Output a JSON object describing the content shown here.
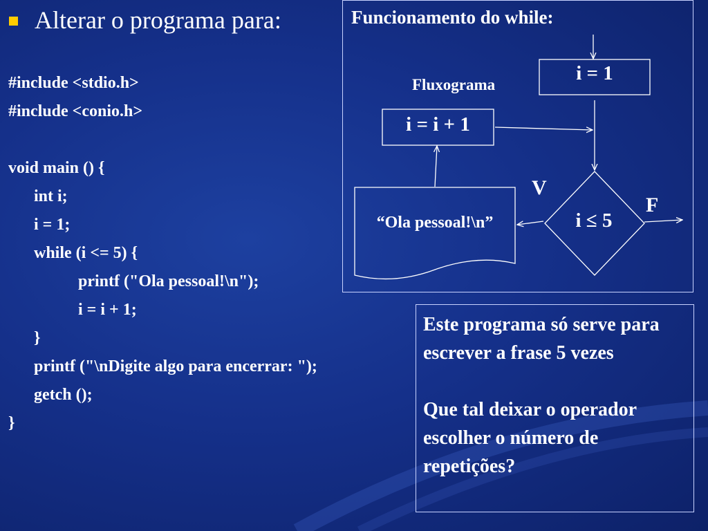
{
  "slide": {
    "heading": "Alterar o programa para:",
    "code_lines": [
      {
        "text": "#include <stdio.h>",
        "indent": 0
      },
      {
        "text": "#include <conio.h>",
        "indent": 0
      },
      {
        "text": "",
        "indent": 0
      },
      {
        "text": "void main () {",
        "indent": 0
      },
      {
        "text": "int i;",
        "indent": 1
      },
      {
        "text": "i = 1;",
        "indent": 1
      },
      {
        "text": "while (i <= 5) {",
        "indent": 1
      },
      {
        "text": "printf (\"Ola pessoal!\\n\");",
        "indent": 2
      },
      {
        "text": "i = i + 1;",
        "indent": 2
      },
      {
        "text": "}",
        "indent": 1
      },
      {
        "text": "printf (\"\\nDigite algo para encerrar: \");",
        "indent": 1
      },
      {
        "text": "getch ();",
        "indent": 1
      },
      {
        "text": "}",
        "indent": 0
      }
    ]
  },
  "flowchart": {
    "title": "Funcionamento do while:",
    "caption": "Fluxograma",
    "init_label": "i = 1",
    "increment_label": "i = i + 1",
    "condition_label": "i ≤ 5",
    "true_label": "V",
    "false_label": "F",
    "output_label": "“Ola pessoal!\\n”"
  },
  "note": {
    "paragraph_1": "Este programa só serve para escrever a frase 5 vezes",
    "paragraph_2": "Que tal deixar o operador escolher o número de repetições?"
  },
  "colors": {
    "background": "#15308a",
    "bullet": "#ffcc00",
    "text": "#ffffff",
    "border": "#c9d3ff"
  }
}
